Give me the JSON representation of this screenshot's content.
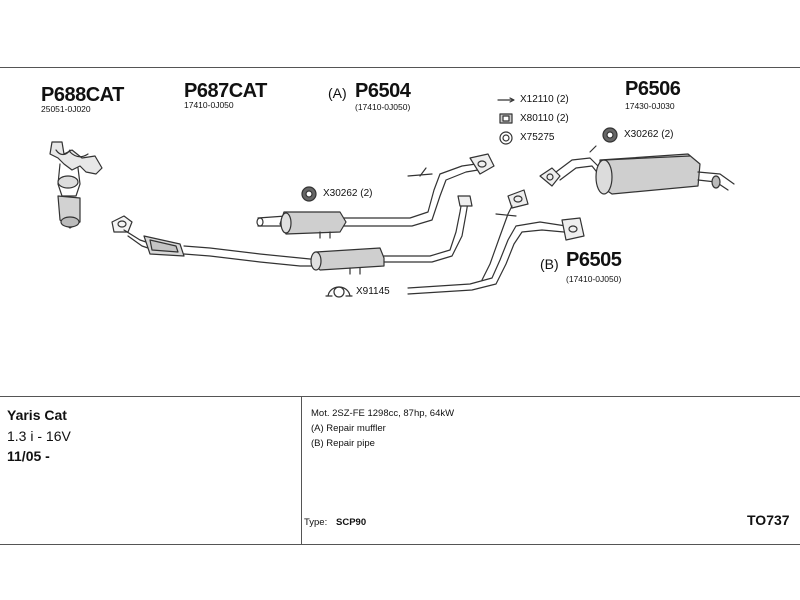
{
  "parts": {
    "p688cat": {
      "number": "P688CAT",
      "ref": "25051-0J020"
    },
    "p687cat": {
      "number": "P687CAT",
      "ref": "17410-0J050"
    },
    "p6504": {
      "prefix": "(A)",
      "number": "P6504",
      "ref": "(17410-0J050)"
    },
    "p6506": {
      "number": "P6506",
      "ref": "17430-0J030"
    },
    "p6505": {
      "prefix": "(B)",
      "number": "P6505",
      "ref": "(17410-0J050)"
    }
  },
  "accessories": {
    "x12110": "X12110 (2)",
    "x80110": "X80110 (2)",
    "x75275": "X75275",
    "x30262_rear": "X30262 (2)",
    "x30262_mid": "X30262 (2)",
    "x91145": "X91145"
  },
  "vehicle": {
    "model": "Yaris Cat",
    "engine": "1.3 i - 16V",
    "date": "11/05 -"
  },
  "notes": {
    "motor": "Mot. 2SZ-FE 1298cc, 87hp, 64kW",
    "repair_a": "(A) Repair muffler",
    "repair_b": "(B) Repair pipe",
    "type_label": "Type:",
    "type_value": "SCP90",
    "code": "TO737"
  }
}
